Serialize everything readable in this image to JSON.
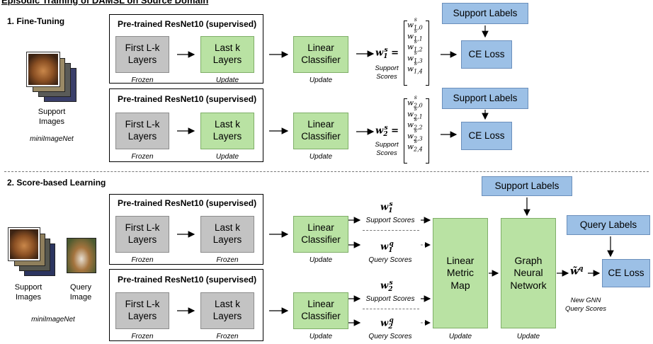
{
  "figure_title": "Episodic Training of DAMSL on Source Domain",
  "section1": {
    "title": "1. Fine-Tuning",
    "images_label": "Support\nImages",
    "dataset_label": "miniImageNet",
    "rows": [
      {
        "frame_title": "Pre-trained ResNet10 (supervised)",
        "first_block": "First L-k\nLayers",
        "first_caption": "Frozen",
        "last_block": "Last k\nLayers",
        "last_caption": "Update",
        "classifier": "Linear\nClassifier",
        "classifier_caption": "Update",
        "w_vector": "w",
        "w_sub": "1",
        "w_sup": "s",
        "scores_label": "Support\nScores",
        "entries": [
          "1,0",
          "1,1",
          "1,2",
          "1,3",
          "1,4"
        ],
        "labels_box": "Support Labels",
        "loss_box": "CE Loss"
      },
      {
        "frame_title": "Pre-trained ResNet10 (supervised)",
        "first_block": "First L-k\nLayers",
        "first_caption": "Frozen",
        "last_block": "Last k\nLayers",
        "last_caption": "Update",
        "classifier": "Linear\nClassifier",
        "classifier_caption": "Update",
        "w_vector": "w",
        "w_sub": "2",
        "w_sup": "s",
        "scores_label": "Support\nScores",
        "entries": [
          "2,0",
          "2,1",
          "2,2",
          "2,3",
          "2,4"
        ],
        "labels_box": "Support Labels",
        "loss_box": "CE Loss"
      }
    ]
  },
  "section2": {
    "title": "2. Score-based Learning",
    "support_label": "Support\nImages",
    "query_label": "Query\nImage",
    "dataset_label": "miniImageNet",
    "rows": [
      {
        "frame_title": "Pre-trained ResNet10 (supervised)",
        "first_block": "First L-k\nLayers",
        "first_caption": "Frozen",
        "last_block": "Last k\nLayers",
        "last_caption": "Frozen",
        "classifier": "Linear\nClassifier",
        "classifier_caption": "Update",
        "ws_sub": "1",
        "support_scores": "Support Scores",
        "wq_sub": "1",
        "query_scores": "Query Scores"
      },
      {
        "frame_title": "Pre-trained ResNet10 (supervised)",
        "first_block": "First L-k\nLayers",
        "first_caption": "Frozen",
        "last_block": "Last k\nLayers",
        "last_caption": "Frozen",
        "classifier": "Linear\nClassifier",
        "classifier_caption": "Update",
        "ws_sub": "2",
        "support_scores": "Support Scores",
        "wq_sub": "2",
        "query_scores": "Query Scores"
      }
    ],
    "metric_map": "Linear\nMetric\nMap",
    "metric_caption": "Update",
    "gnn": "Graph\nNeural\nNetwork",
    "gnn_caption": "Update",
    "support_labels": "Support Labels",
    "query_labels": "Query Labels",
    "w_tilde": "w̃",
    "w_tilde_sup": "q",
    "gnn_scores": "New GNN\nQuery Scores",
    "ce_loss": "CE Loss"
  },
  "colors": {
    "frozen_gray": "#c3c3c3",
    "update_green": "#b9e2a3",
    "label_blue": "#9cc0e6"
  },
  "icons": [
    "dog-photo-stack-icon",
    "basset-hound-photo-icon"
  ]
}
